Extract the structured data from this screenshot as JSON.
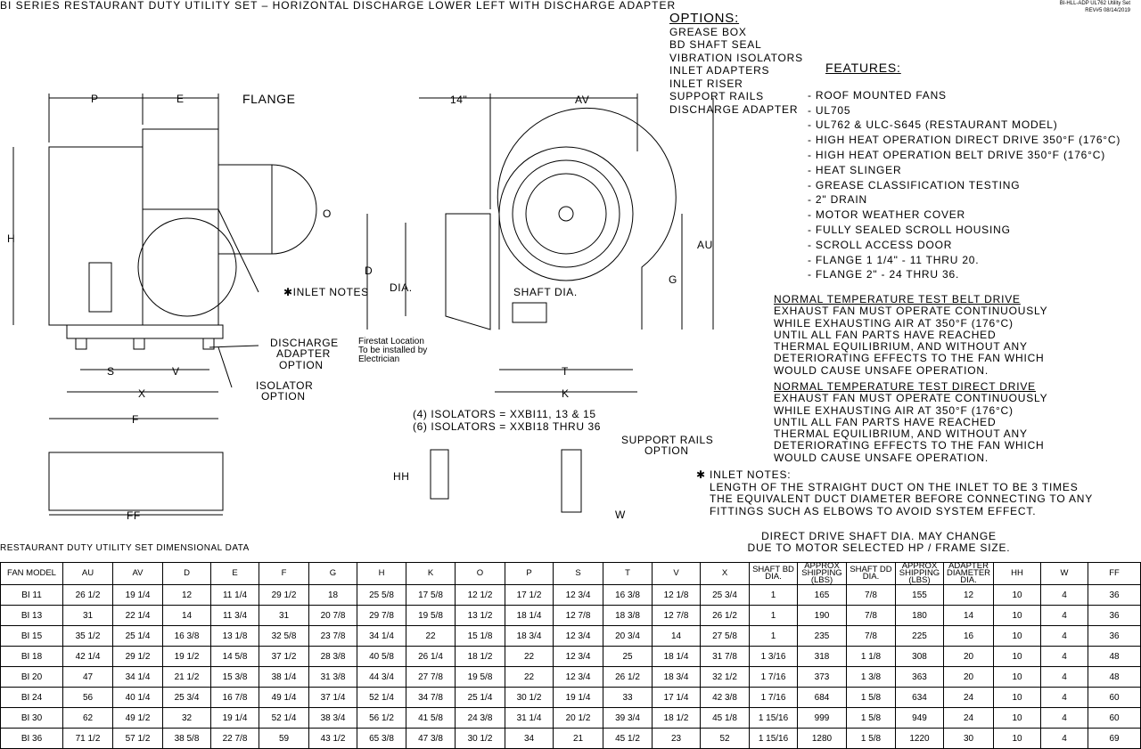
{
  "title": "BI SERIES RESTAURANT DUTY UTILITY SET – HORIZONTAL DISCHARGE LOWER LEFT WITH DISCHARGE ADAPTER",
  "doc_id": "BI-HLL-ADP UL762 Utility Set",
  "revision": "REV#5  08/14/2019",
  "options": {
    "heading": "OPTIONS:",
    "items": [
      "GREASE BOX",
      "BD SHAFT SEAL",
      "VIBRATION ISOLATORS",
      "INLET ADAPTERS",
      "INLET RISER",
      "SUPPORT RAILS",
      "DISCHARGE ADAPTER"
    ]
  },
  "features": {
    "heading": "FEATURES:",
    "items": [
      "- ROOF MOUNTED FANS",
      "- UL705",
      "- UL762 & ULC-S645 (RESTAURANT MODEL)",
      "- HIGH HEAT OPERATION DIRECT DRIVE 350°F (176°C)",
      "- HIGH HEAT OPERATION BELT DRIVE 350°F (176°C)",
      "- HEAT SLINGER",
      "- GREASE CLASSIFICATION TESTING",
      "- 2\" DRAIN",
      "- MOTOR WEATHER COVER",
      "- FULLY SEALED SCROLL HOUSING",
      "- SCROLL ACCESS DOOR",
      "- FLANGE 1 1/4\" - 11 THRU 20.",
      "- FLANGE 2\" - 24 THRU 36."
    ]
  },
  "notes": [
    {
      "heading": "NORMAL TEMPERATURE TEST BELT DRIVE",
      "lines": [
        "EXHAUST FAN MUST OPERATE CONTINUOUSLY",
        "WHILE EXHAUSTING AIR AT 350°F (176°C)",
        "UNTIL ALL FAN PARTS HAVE REACHED",
        "THERMAL EQUILIBRIUM, AND WITHOUT ANY",
        "DETERIORATING EFFECTS TO THE FAN WHICH",
        "WOULD CAUSE UNSAFE OPERATION."
      ]
    },
    {
      "heading": "NORMAL TEMPERATURE TEST DIRECT DRIVE",
      "lines": [
        "EXHAUST FAN MUST OPERATE CONTINUOUSLY",
        "WHILE EXHAUSTING AIR AT 350°F (176°C)",
        "UNTIL ALL FAN PARTS HAVE REACHED",
        "THERMAL EQUILIBRIUM, AND WITHOUT ANY",
        "DETERIORATING EFFECTS TO THE FAN WHICH",
        "WOULD CAUSE UNSAFE OPERATION."
      ]
    }
  ],
  "inlet_notes": {
    "heading": "✱ INLET NOTES:",
    "lines": [
      "LENGTH OF THE STRAIGHT DUCT ON THE INLET TO BE 3 TIMES",
      "THE EQUIVALENT DUCT DIAMETER BEFORE CONNECTING TO ANY",
      "FITTINGS SUCH AS ELBOWS TO AVOID SYSTEM EFFECT."
    ]
  },
  "direct_drive_note": [
    "DIRECT DRIVE SHAFT DIA. MAY CHANGE",
    "DUE TO MOTOR SELECTED HP / FRAME SIZE."
  ],
  "drawing_labels": {
    "P": "P",
    "E": "E",
    "flange": "FLANGE",
    "H": "H",
    "O": "O",
    "inlet_notes": "✱INLET NOTES",
    "discharge": [
      "DISCHARGE",
      "ADAPTER",
      "OPTION"
    ],
    "isolator": [
      "ISOLATOR",
      "OPTION"
    ],
    "S": "S",
    "V": "V",
    "X": "X",
    "F": "F",
    "FF": "FF",
    "fourteen": "14\"",
    "AV": "AV",
    "D": "D",
    "DIA": "DIA.",
    "shaft": "SHAFT DIA.",
    "AU": "AU",
    "G": "G",
    "T": "T",
    "K": "K",
    "firestat": [
      "Firestat Location",
      "To be installed by",
      "Electrician"
    ],
    "isolators": [
      "(4) ISOLATORS = XXBI11, 13 & 15",
      "(6) ISOLATORS = XXBI18 THRU 36"
    ],
    "HH": "HH",
    "rails": [
      "SUPPORT RAILS",
      "OPTION"
    ],
    "W": "W"
  },
  "table": {
    "caption": "RESTAURANT DUTY UTILITY SET DIMENSIONAL DATA",
    "headers": [
      "FAN MODEL",
      "AU",
      "AV",
      "D",
      "E",
      "F",
      "G",
      "H",
      "K",
      "O",
      "P",
      "S",
      "T",
      "V",
      "X",
      "SHAFT BD DIA.",
      "APPROX SHIPPING (LBS)",
      "SHAFT DD DIA.",
      "APPROX SHIPPING (LBS)",
      "ADAPTER DIAMETER DIA.",
      "HH",
      "W",
      "FF"
    ],
    "rows": [
      [
        "BI 11",
        "26 1/2",
        "19 1/4",
        "12",
        "11 1/4",
        "29 1/2",
        "18",
        "25 5/8",
        "17 5/8",
        "12 1/2",
        "17 1/2",
        "12 3/4",
        "16 3/8",
        "12 1/8",
        "25 3/4",
        "1",
        "165",
        "7/8",
        "155",
        "12",
        "10",
        "4",
        "36"
      ],
      [
        "BI 13",
        "31",
        "22 1/4",
        "14",
        "11 3/4",
        "31",
        "20 7/8",
        "29 7/8",
        "19 5/8",
        "13 1/2",
        "18 1/4",
        "12 7/8",
        "18 3/8",
        "12 7/8",
        "26 1/2",
        "1",
        "190",
        "7/8",
        "180",
        "14",
        "10",
        "4",
        "36"
      ],
      [
        "BI 15",
        "35 1/2",
        "25 1/4",
        "16 3/8",
        "13 1/8",
        "32 5/8",
        "23 7/8",
        "34 1/4",
        "22",
        "15 1/8",
        "18 3/4",
        "12 3/4",
        "20 3/4",
        "14",
        "27 5/8",
        "1",
        "235",
        "7/8",
        "225",
        "16",
        "10",
        "4",
        "36"
      ],
      [
        "BI 18",
        "42 1/4",
        "29 1/2",
        "19 1/2",
        "14 5/8",
        "37 1/2",
        "28 3/8",
        "40 5/8",
        "26 1/4",
        "18 1/2",
        "22",
        "12 3/4",
        "25",
        "18 1/4",
        "31 7/8",
        "1 3/16",
        "318",
        "1 1/8",
        "308",
        "20",
        "10",
        "4",
        "48"
      ],
      [
        "BI 20",
        "47",
        "34 1/4",
        "21 1/2",
        "15 3/8",
        "38 1/4",
        "31 3/8",
        "44 3/4",
        "27 7/8",
        "19 5/8",
        "22",
        "12 3/4",
        "26 1/2",
        "18 3/4",
        "32 1/2",
        "1 7/16",
        "373",
        "1 3/8",
        "363",
        "20",
        "10",
        "4",
        "48"
      ],
      [
        "BI 24",
        "56",
        "40 1/4",
        "25 3/4",
        "16 7/8",
        "49 1/4",
        "37 1/4",
        "52 1/4",
        "34 7/8",
        "25 1/4",
        "30 1/2",
        "19 1/4",
        "33",
        "17 1/4",
        "42 3/8",
        "1 7/16",
        "684",
        "1 5/8",
        "634",
        "24",
        "10",
        "4",
        "60"
      ],
      [
        "BI 30",
        "62",
        "49 1/2",
        "32",
        "19 1/4",
        "52 1/4",
        "38 3/4",
        "56 1/2",
        "41 5/8",
        "24 3/8",
        "31 1/4",
        "20 1/2",
        "39 3/4",
        "18 1/2",
        "45 1/8",
        "1 15/16",
        "999",
        "1 5/8",
        "949",
        "24",
        "10",
        "4",
        "60"
      ],
      [
        "BI 36",
        "71 1/2",
        "57 1/2",
        "38 5/8",
        "22 7/8",
        "59",
        "43 1/2",
        "65 3/8",
        "47 3/8",
        "30 1/2",
        "34",
        "21",
        "45 1/2",
        "23",
        "52",
        "1 15/16",
        "1280",
        "1 5/8",
        "1220",
        "30",
        "10",
        "4",
        "69"
      ]
    ]
  }
}
